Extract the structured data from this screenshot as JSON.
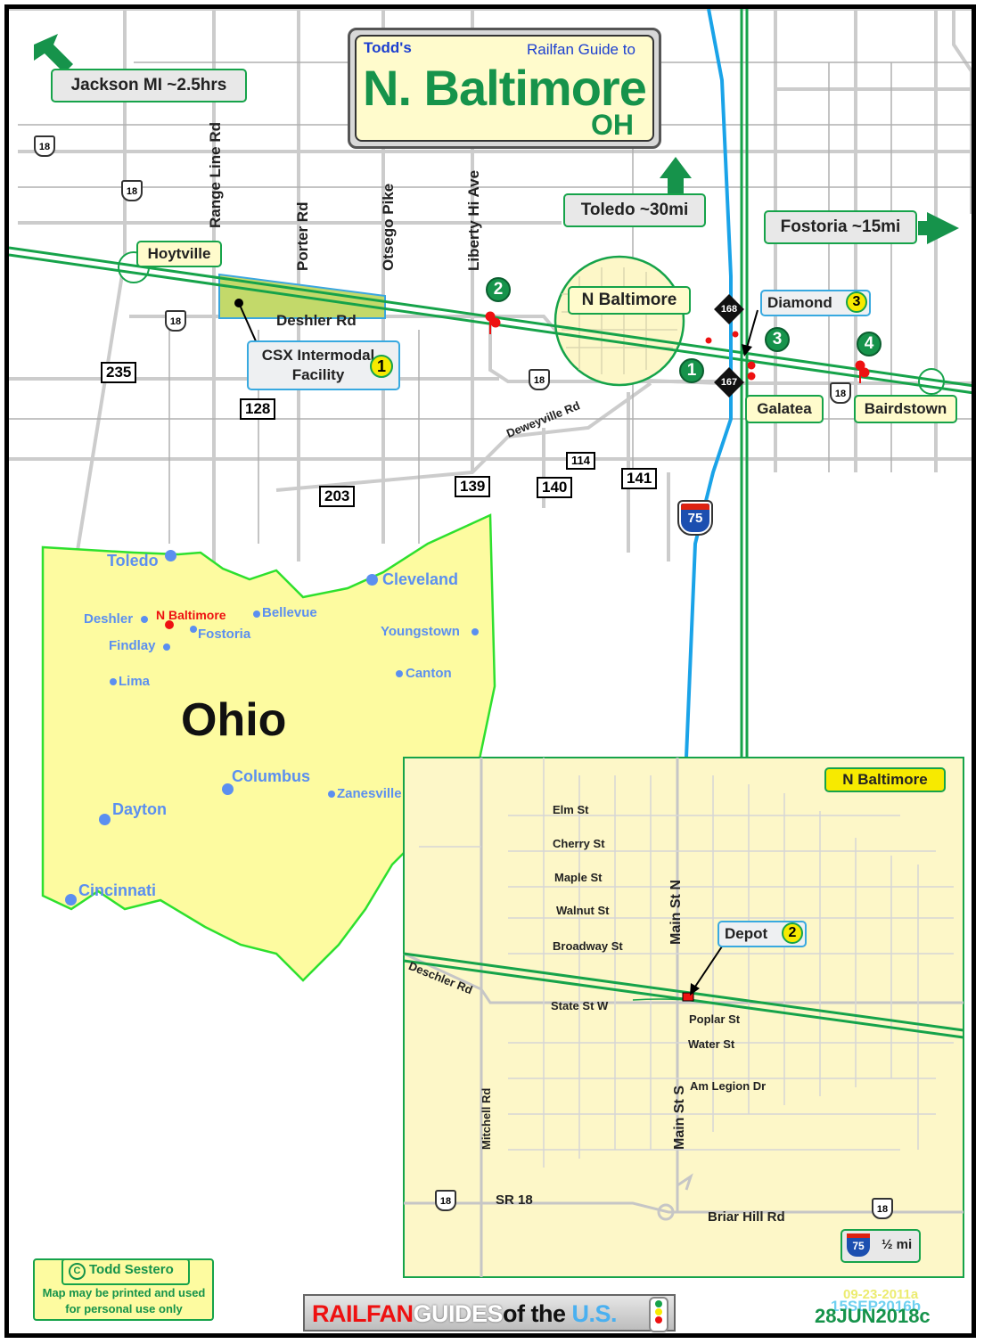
{
  "title": {
    "todd": "Todd's",
    "guide": "Railfan Guide to",
    "city": "N. Baltimore",
    "state": "OH"
  },
  "directions": {
    "jackson": "Jackson MI ~2.5hrs",
    "toledo": "Toledo ~30mi",
    "fostoria": "Fostoria ~15mi",
    "half_mile": "½ mi"
  },
  "roads": {
    "range_line": "Range Line Rd",
    "porter": "Porter Rd",
    "otsego": "Otsego Pike",
    "liberty": "Liberty Hi Ave",
    "deshler": "Deshler Rd",
    "deweyville": "Deweyville Rd"
  },
  "route_numbers": {
    "r18": "18",
    "r235": "235",
    "r128": "128",
    "r203": "203",
    "r139": "139",
    "r140": "140",
    "r114": "114",
    "r141": "141",
    "i75": "75",
    "mp168": "168",
    "mp167": "167"
  },
  "places": {
    "hoytville": "Hoytville",
    "n_baltimore": "N Baltimore",
    "galatea": "Galatea",
    "bairdstown": "Bairdstown"
  },
  "callouts": {
    "csx": "CSX Intermodal Facility",
    "csx_num": "1",
    "diamond": "Diamond",
    "diamond_num": "3",
    "depot": "Depot",
    "depot_num": "2"
  },
  "spots": [
    "1",
    "2",
    "3",
    "4"
  ],
  "ohio": {
    "label": "Ohio",
    "cities": {
      "toledo": "Toledo",
      "cleveland": "Cleveland",
      "deshler": "Deshler",
      "n_baltimore": "N Baltimore",
      "bellevue": "Bellevue",
      "fostoria": "Fostoria",
      "findlay": "Findlay",
      "youngstown": "Youngstown",
      "lima": "Lima",
      "canton": "Canton",
      "columbus": "Columbus",
      "zanesville": "Zanesville",
      "dayton": "Dayton",
      "cincinnati": "Cincinnati"
    }
  },
  "inset": {
    "title": "N Baltimore",
    "streets": {
      "elm": "Elm St",
      "cherry": "Cherry St",
      "maple": "Maple St",
      "walnut": "Walnut St",
      "broadway": "Broadway St",
      "deschler": "Deschler Rd",
      "state": "State St W",
      "poplar": "Poplar St",
      "water": "Water St",
      "am_legion": "Am Legion Dr",
      "mitchell": "Mitchell Rd",
      "main_n": "Main St N",
      "main_s": "Main St S",
      "sr18": "SR 18",
      "briar": "Briar Hill Rd"
    }
  },
  "footer": {
    "copyright": "Todd Sestero",
    "note": "Map may be printed and used for personal use only",
    "brand_1": "RAILFAN",
    "brand_2": "GUIDES",
    "brand_3": "of the",
    "brand_4": "U.S.",
    "date_old": "09-23-2011a",
    "date_old2": "15SEP2016b",
    "date_new": "28JUN2018c"
  },
  "colors": {
    "rail": "#16a34a",
    "interstate": "#1aa3e8",
    "road": "#c8c8c8",
    "ohio": "#fdfba0",
    "town": "#fdf7c8",
    "city_text": "#5b8ff0"
  }
}
